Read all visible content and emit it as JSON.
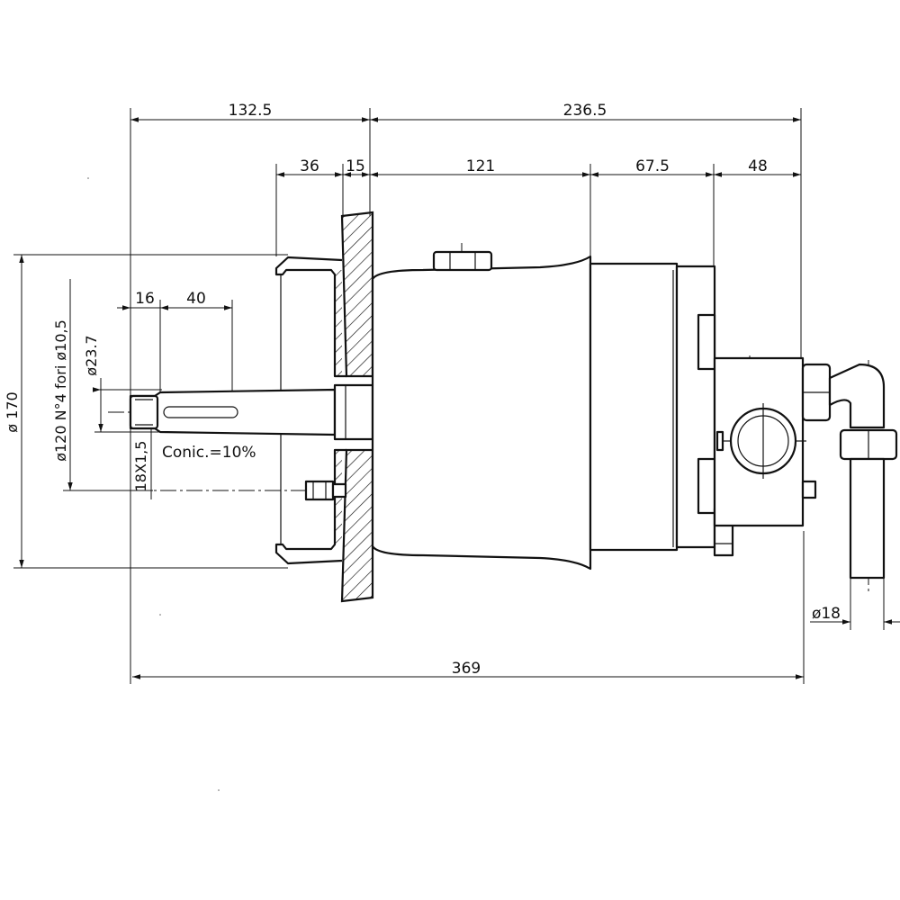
{
  "dimensions": {
    "overall_left": "132.5",
    "overall_right": "236.5",
    "flange_depth": "36",
    "panel_thickness": "15",
    "body_length": "121",
    "cover_length": "67.5",
    "port_block_length": "48",
    "shaft_offset": "16",
    "shaft_taper_length": "40",
    "total_length": "369",
    "pipe_diameter": "ø18",
    "flange_diameter": "ø 170",
    "bolt_circle": "ø120  N°4  fori  ø10,5",
    "shaft_diameter": "ø23.7",
    "thread": "18X1,5"
  },
  "notes": {
    "taper": "Conic.=10%"
  }
}
